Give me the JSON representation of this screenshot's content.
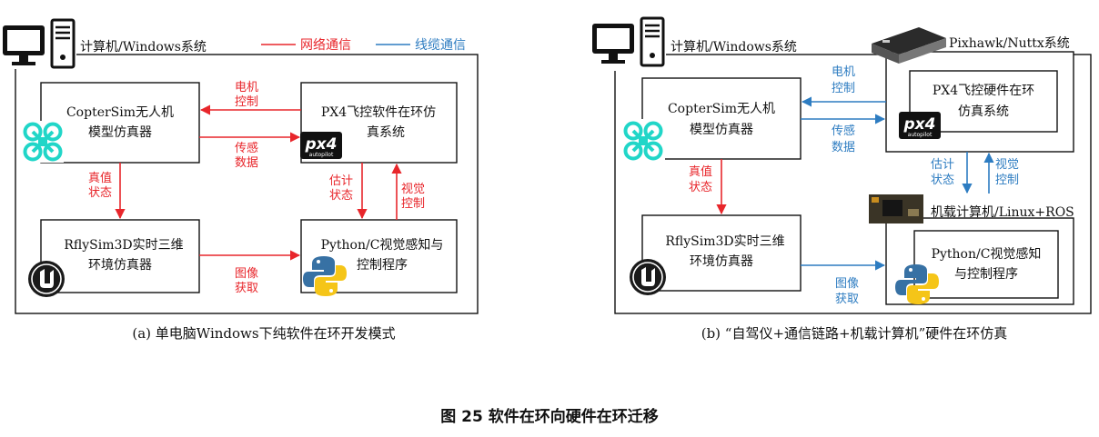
{
  "left": {
    "host_label": "计算机/Windows系统",
    "legend_net": "网络通信",
    "legend_cable": "线缆通信",
    "copter_l1": "CopterSim无人机",
    "copter_l2": "模型仿真器",
    "px4_l1": "PX4飞控软件在环仿",
    "px4_l2": "真系统",
    "rfly_l1": "RflySim3D实时三维",
    "rfly_l2": "环境仿真器",
    "py_l1": "Python/C视觉感知与",
    "py_l2": "控制程序",
    "motor1": "电机",
    "motor2": "控制",
    "sensor1": "传感",
    "sensor2": "数据",
    "truth1": "真值",
    "truth2": "状态",
    "est1": "估计",
    "est2": "状态",
    "vis1": "视觉",
    "vis2": "控制",
    "img1": "图像",
    "img2": "获取",
    "caption": "(a) 单电脑Windows下纯软件在环开发模式"
  },
  "right": {
    "host_label": "计算机/Windows系统",
    "pix_label": "Pixhawk/Nuttx系统",
    "hw_l1": "PX4飞控硬件在环",
    "hw_l2": "仿真系统",
    "copter_l1": "CopterSim无人机",
    "copter_l2": "模型仿真器",
    "rfly_l1": "RflySim3D实时三维",
    "rfly_l2": "环境仿真器",
    "onboard_label": "机载计算机/Linux+ROS",
    "py_l1": "Python/C视觉感知",
    "py_l2": "与控制程序",
    "motor1": "电机",
    "motor2": "控制",
    "sensor1": "传感",
    "sensor2": "数据",
    "truth1": "真值",
    "truth2": "状态",
    "est1": "估计",
    "est2": "状态",
    "vis1": "视觉",
    "vis2": "控制",
    "img1": "图像",
    "img2": "获取",
    "caption": "(b) “自驾仪+通信链路+机载计算机”硬件在环仿真"
  },
  "px4_logo_text": "px4",
  "px4_logo_sub": "autopilot",
  "figure_title": "图 25 软件在环向硬件在环迁移",
  "colors": {
    "network": "#e8262b",
    "cable": "#2d7cc1",
    "drone": "#21d6c8"
  },
  "icons": [
    "computer-icon",
    "drone-icon",
    "px4-logo-icon",
    "unreal-logo-icon",
    "python-logo-icon",
    "pixhawk-board-icon",
    "onboard-computer-icon"
  ]
}
